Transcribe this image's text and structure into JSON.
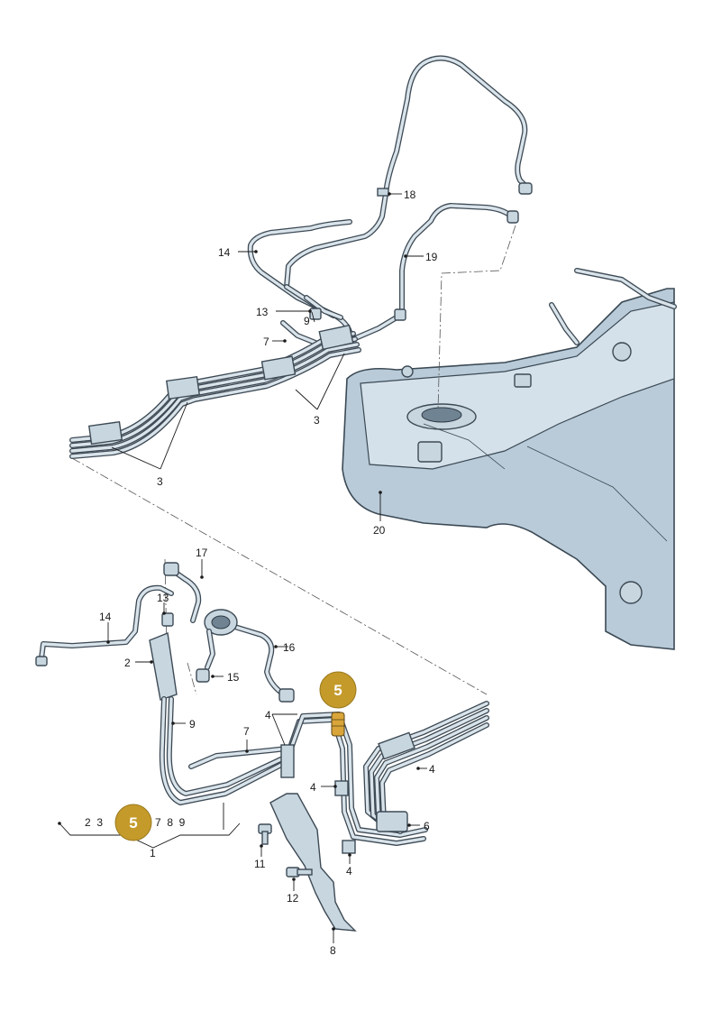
{
  "diagram": {
    "callouts": {
      "c18": "18",
      "c14_top": "14",
      "c19": "19",
      "c13_top": "13",
      "c9_top": "9",
      "c7_top": "7",
      "c3_a": "3",
      "c3_b": "3",
      "c20": "20",
      "c17": "17",
      "c13_bottom": "13",
      "c14_bottom": "14",
      "c16": "16",
      "c2": "2",
      "c15": "15",
      "c9_bottom": "9",
      "c4_a": "4",
      "c7_bottom": "7",
      "c4_b": "4",
      "c4_c": "4",
      "c6": "6",
      "c4_d": "4",
      "c11": "11",
      "c12": "12",
      "c8": "8",
      "c1": "1"
    },
    "group_label_left": "2  3",
    "group_label_right": "7  8  9",
    "highlight_badges": [
      "5",
      "5"
    ],
    "highlight_color": "#c49a2a"
  }
}
